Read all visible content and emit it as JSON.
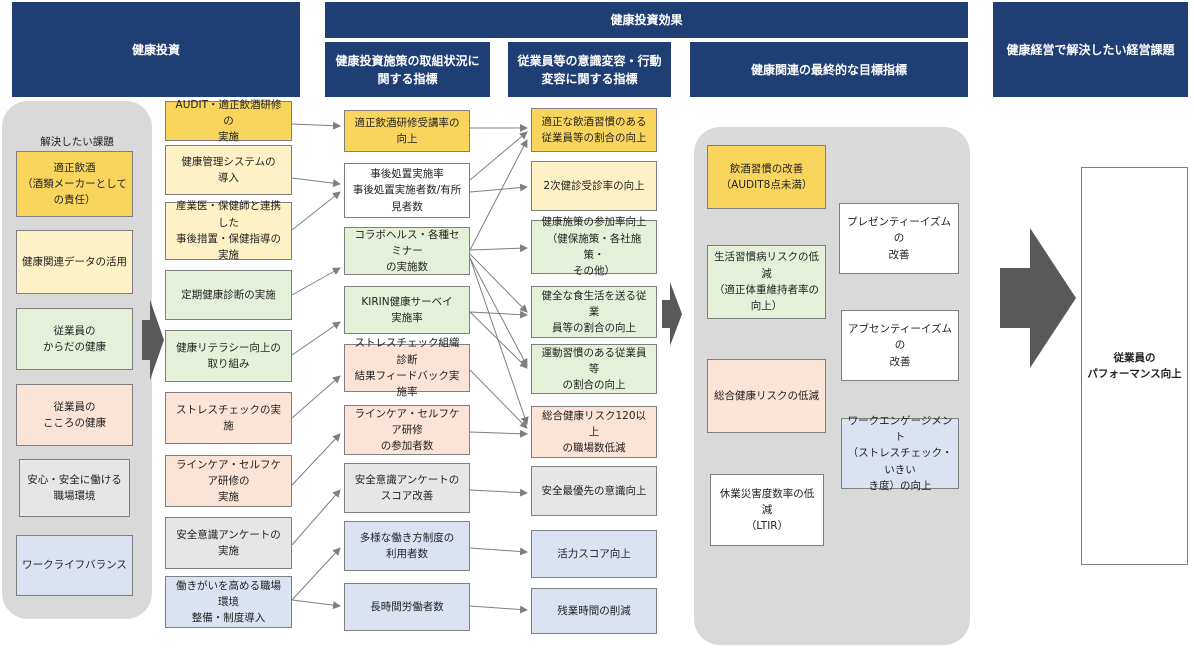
{
  "headers": {
    "investment": "健康投資",
    "effect": "健康投資効果",
    "measure": "健康投資施策の取組状況に関する指標",
    "behavior": "従業員等の意識変容・行動変容に関する指標",
    "final": "健康関連の最終的な目標指標",
    "issue": "健康経営で解決したい経営課題"
  },
  "issues_title": "解決したい課題",
  "issues": [
    "適正飲酒\n（酒類メーカーとしての責任）",
    "健康関連データの活用",
    "従業員の\nからだの健康",
    "従業員の\nこころの健康",
    "安心・安全に働ける\n職場環境",
    "ワークライフバランス"
  ],
  "investments": [
    "AUDIT・適正飲酒研修の\n実施",
    "健康管理システムの\n導入",
    "産業医・保健師と連携した\n事後措置・保健指導の実施",
    "定期健康診断の実施",
    "健康リテラシー向上の\n取り組み",
    "ストレスチェックの実施",
    "ラインケア・セルフケア研修の\n実施",
    "安全意識アンケートの\n実施",
    "働きがいを高める職場環境\n整備・制度導入"
  ],
  "measures": [
    "適正飲酒研修受講率の\n向上",
    "事後処置実施率\n事後処置実施者数/有所\n見者数",
    "コラボヘルス・各種セミナー\nの実施数",
    "KIRIN健康サーベイ\n実施率",
    "ストレスチェック組織診断\n結果フィードバック実施率",
    "ラインケア・セルフケア研修\nの参加者数",
    "安全意識アンケートの\nスコア改善",
    "多様な働き方制度の\n利用者数",
    "長時間労働者数"
  ],
  "behaviors": [
    "適正な飲酒習慣のある\n従業員等の割合の向上",
    "2次健診受診率の向上",
    "健康施策の参加率向上\n（健保施策・各社施策・\nその他）",
    "健全な食生活を送る従業\n員等の割合の向上",
    "運動習慣のある従業員等\nの割合の向上",
    "総合健康リスク120以上\nの職場数低減",
    "安全最優先の意識向上",
    "活力スコア向上",
    "残業時間の削減"
  ],
  "finals_left": [
    "飲酒習慣の改善\n（AUDIT8点未満）",
    "生活習慣病リスクの低減\n（適正体重維持者率の\n向上）",
    "総合健康リスクの低減",
    "休業災害度数率の低減\n（LTIR）"
  ],
  "finals_right": [
    "プレゼンティーイズムの\n改善",
    "アブセンティーイズムの\n改善",
    "ワークエンゲージメント\n（ストレスチェック・いきい\nき度）の向上"
  ],
  "goal": "従業員の\nパフォーマンス向上",
  "colors": {
    "header": "#1f3e73",
    "panel": "#d9d9d9",
    "yellow": "#f9d55e",
    "light_yellow": "#fff1c6",
    "green": "#e5f0d9",
    "orange": "#fbe3d6",
    "gray": "#e6e6e6",
    "blue": "#dbe3f2",
    "arrow": "#595959"
  }
}
